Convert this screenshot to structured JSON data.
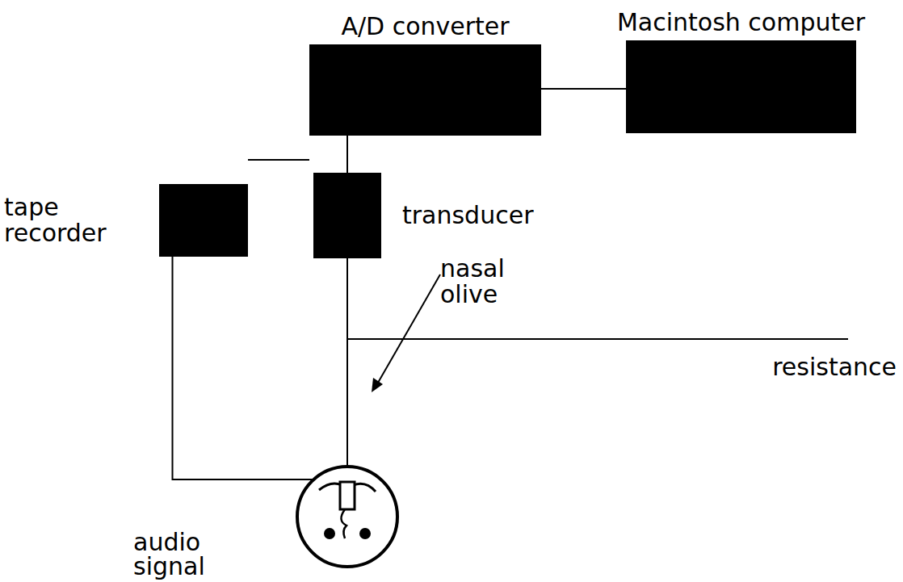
{
  "diagram": {
    "nodes": [
      {
        "text": [
          "A/D converter"
        ]
      },
      {
        "text": [
          "Macintosh computer"
        ]
      },
      {
        "text": [
          "tape recorder"
        ]
      },
      {
        "text": [
          "transducer"
        ]
      },
      {
        "text": [
          "nasal olive"
        ]
      }
    ],
    "edges": [
      {
        "from": 0,
        "to": 1,
        "arrow": "none"
      },
      {
        "from": 2,
        "to": 0,
        "arrow": "none"
      },
      {
        "from": 3,
        "to": 0,
        "arrow": "none"
      },
      {
        "from": 4,
        "to": 2,
        "arrow": "none"
      },
      {
        "from": 4,
        "to": 3,
        "arrow": "none"
      }
    ],
    "labels": [
      "resistance",
      "audio signal"
    ]
  }
}
